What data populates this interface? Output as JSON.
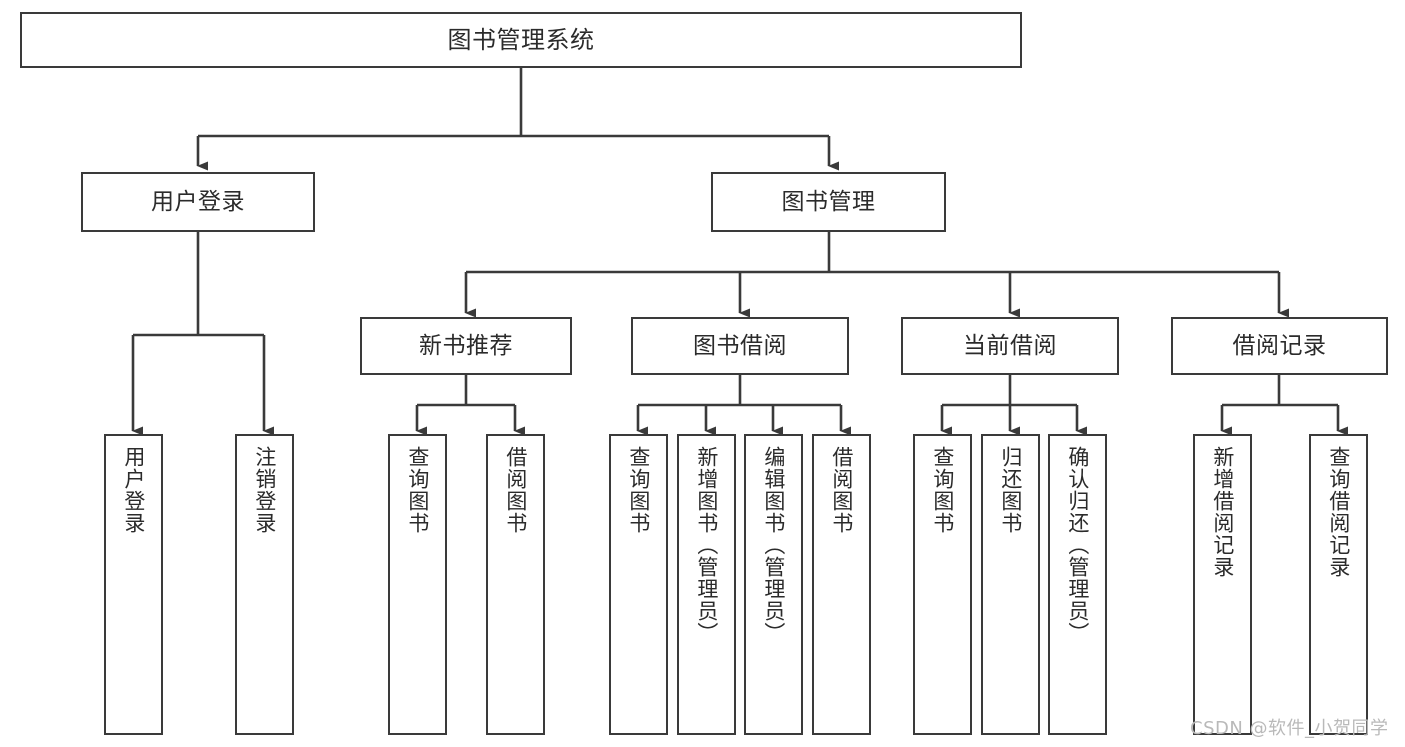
{
  "diagram": {
    "type": "tree-hierarchy-chart",
    "title": "图书管理系统",
    "watermark": "CSDN @软件_小贺同学",
    "colors": {
      "box_border": "#3a3a3a",
      "box_fill": "#ffffff",
      "connector": "#3a3a3a",
      "text": "#2b2b2b",
      "watermark": "#b9b9b9",
      "background": "#ffffff"
    },
    "nodes": {
      "root": {
        "label": "图书管理系统"
      },
      "level2": [
        {
          "id": "user-login",
          "label": "用户登录"
        },
        {
          "id": "book-management",
          "label": "图书管理"
        }
      ],
      "level3": [
        {
          "id": "new-book-recommend",
          "label": "新书推荐"
        },
        {
          "id": "book-borrow",
          "label": "图书借阅"
        },
        {
          "id": "current-borrow",
          "label": "当前借阅"
        },
        {
          "id": "borrow-record",
          "label": "借阅记录"
        }
      ],
      "leaves": {
        "user-login": [
          {
            "id": "leaf-user-login",
            "label": "用户登录"
          },
          {
            "id": "leaf-user-logout",
            "label": "注销登录"
          }
        ],
        "new-book-recommend": [
          {
            "id": "leaf-query-book-1",
            "label": "查询图书"
          },
          {
            "id": "leaf-borrow-book-1",
            "label": "借阅图书"
          }
        ],
        "book-borrow": [
          {
            "id": "leaf-query-book-2",
            "label": "查询图书"
          },
          {
            "id": "leaf-add-book",
            "label": "新增图书（管理员）"
          },
          {
            "id": "leaf-edit-book",
            "label": "编辑图书（管理员）"
          },
          {
            "id": "leaf-borrow-book-2",
            "label": "借阅图书"
          }
        ],
        "current-borrow": [
          {
            "id": "leaf-query-book-3",
            "label": "查询图书"
          },
          {
            "id": "leaf-return-book",
            "label": "归还图书"
          },
          {
            "id": "leaf-confirm-return",
            "label": "确认归还（管理员）"
          }
        ],
        "borrow-record": [
          {
            "id": "leaf-add-record",
            "label": "新增借阅记录"
          },
          {
            "id": "leaf-query-record",
            "label": "查询借阅记录"
          }
        ]
      }
    }
  }
}
